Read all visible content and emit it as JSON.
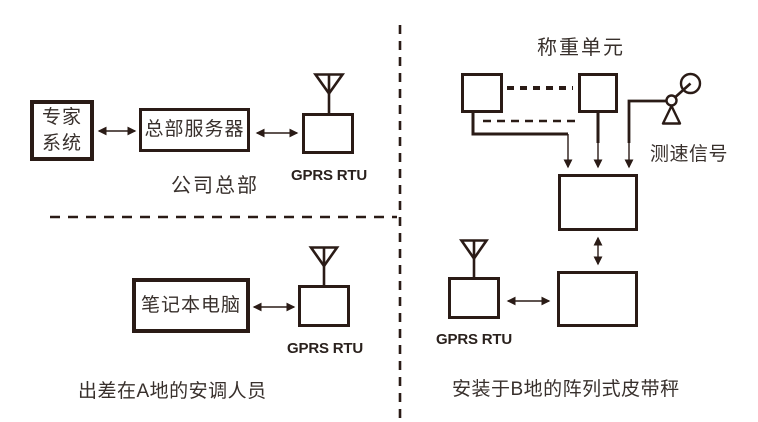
{
  "colors": {
    "line": "#2a1b16",
    "text": "#38302c"
  },
  "sections": {
    "headquarters": {
      "expert_system_box": "专家系统",
      "server_box": "总部服务器",
      "gprs_rtu_label": "GPRS RTU",
      "caption": "公司总部"
    },
    "field_personnel": {
      "laptop_box": "笔记本电脑",
      "gprs_rtu_label": "GPRS RTU",
      "caption": "出差在A地的安调人员"
    },
    "belt_scale": {
      "weighing_unit_title": "称重单元",
      "speed_signal_label": "测速信号",
      "gprs_rtu_label": "GPRS RTU",
      "caption": "安装于B地的阵列式皮带秤"
    }
  }
}
